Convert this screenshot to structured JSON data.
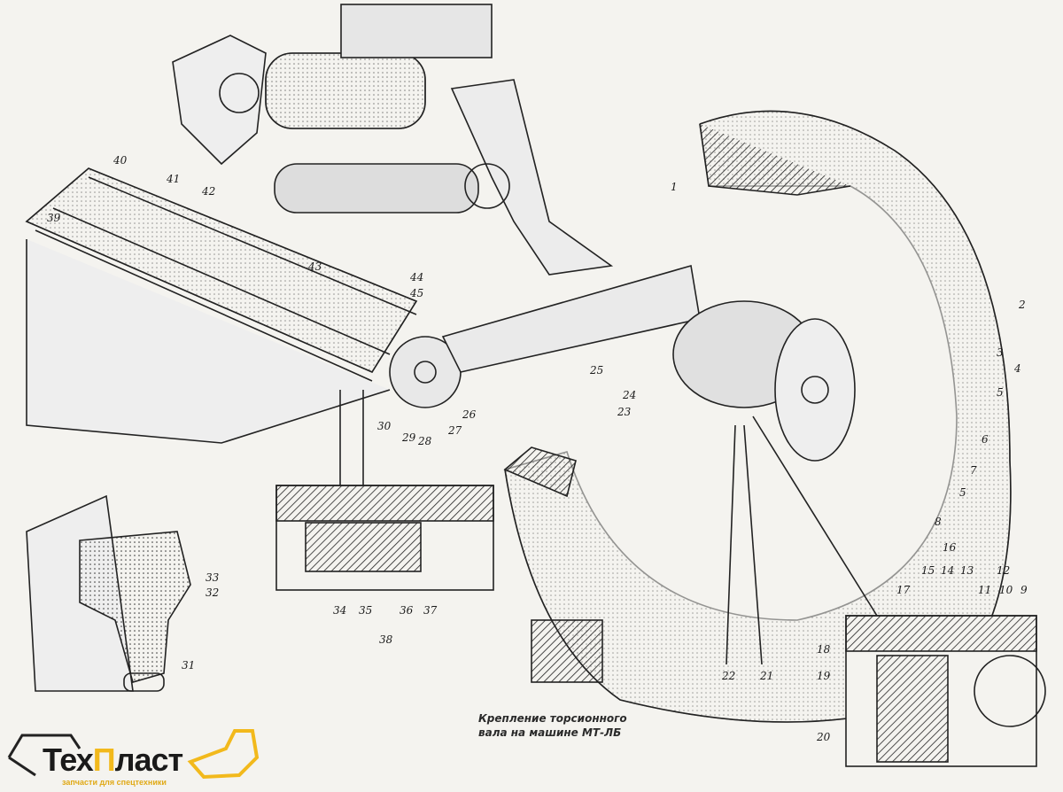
{
  "labels": [
    "1",
    "2",
    "3",
    "4",
    "5",
    "6",
    "7",
    "5",
    "8",
    "9",
    "10",
    "11",
    "12",
    "13",
    "14",
    "15",
    "16",
    "17",
    "18",
    "19",
    "20",
    "21",
    "22",
    "23",
    "24",
    "25",
    "26",
    "27",
    "28",
    "29",
    "30",
    "31",
    "32",
    "33",
    "34",
    "35",
    "36",
    "37",
    "38",
    "39",
    "40",
    "41",
    "42",
    "43",
    "44",
    "45"
  ],
  "caption": {
    "line1": "Крепление торсионного",
    "line2": "вала на машине МТ-ЛБ"
  },
  "logo": {
    "name_part1": "Тех",
    "name_part2": "П",
    "name_part3": "ласт",
    "tagline": "запчасти для спецтехники"
  },
  "colors": {
    "paper": "#f4f3ef",
    "ink": "#1a1a1a",
    "logo_yellow": "#f2b91c"
  }
}
